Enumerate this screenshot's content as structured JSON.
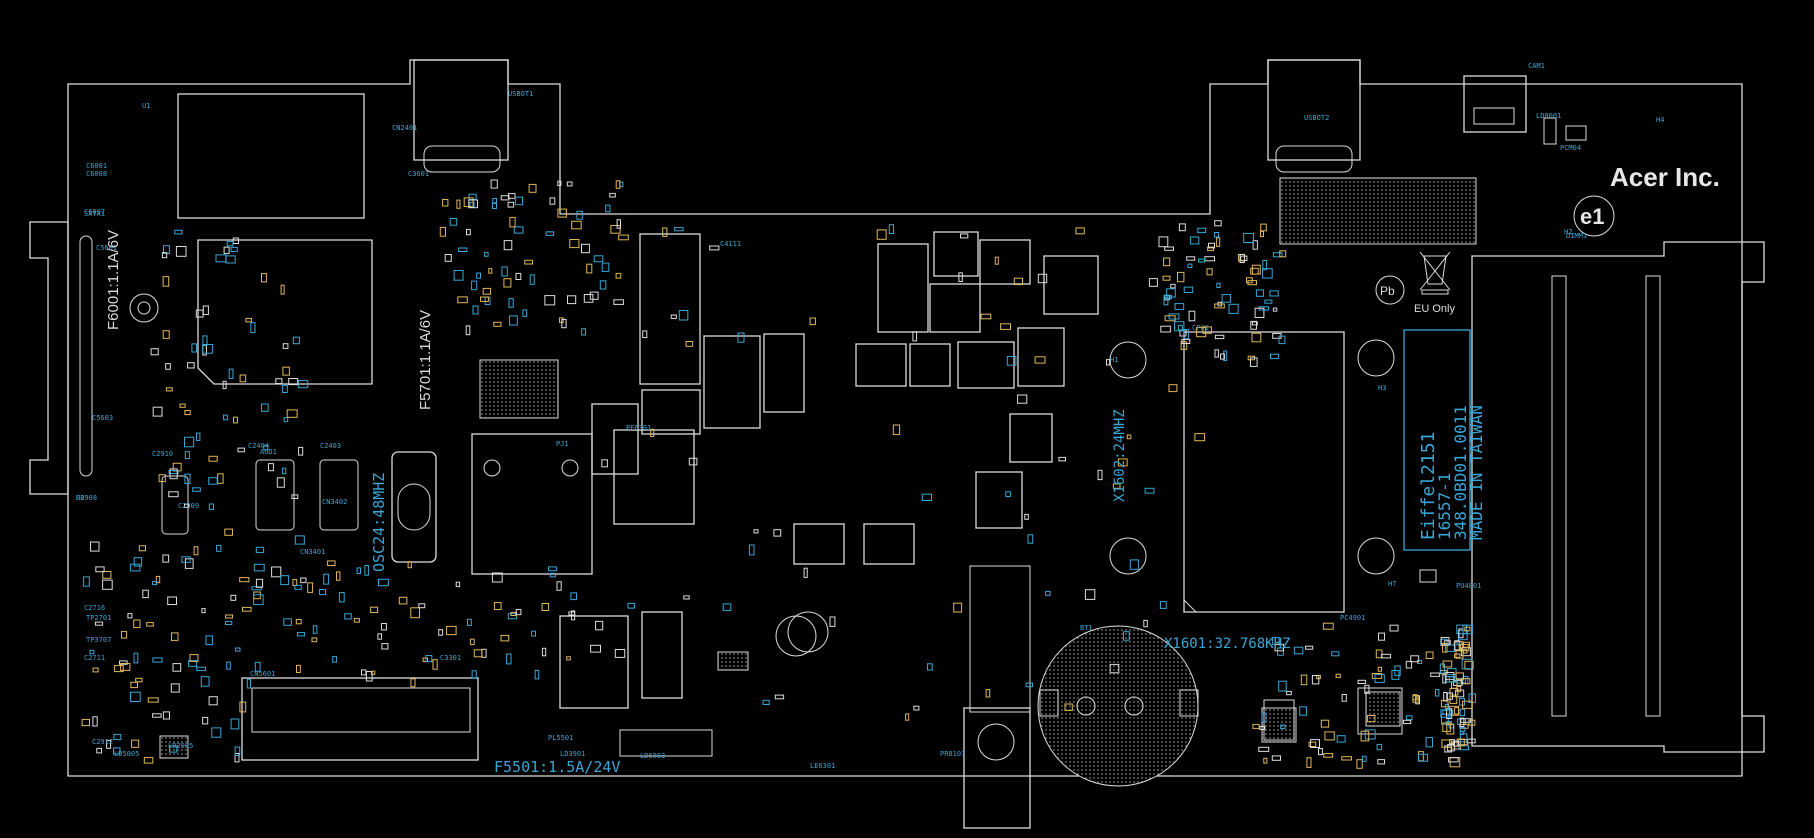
{
  "board": {
    "brand": "Acer Inc.",
    "e1_mark": "e1",
    "eu_only": "EU Only",
    "rohs_mark": "Pb",
    "colors": {
      "background": "#000000",
      "outline": "#dcdcdc",
      "label": "#3aa6d6",
      "pad_accent": "#e0b75a"
    }
  },
  "silkscreen": {
    "fuse_left": "F6001:1.1A/6V",
    "fuse_mid": "F5701:1.1A/6V",
    "fuse_bottom": "F5501:1.5A/24V",
    "crystal_osc": "OSC24:48MHZ",
    "crystal_24": "X1602:24MHZ",
    "crystal_32k": "X1601:32.768KHZ",
    "board_id_1": "Eiffel2151",
    "board_id_2": "16557-1",
    "board_id_3": "348.0BD01.0011",
    "made_in": "MADE IN TAIWAN"
  },
  "refdes": [
    "U1",
    "USBOT1",
    "USBOT2",
    "CAM1",
    "LD8001",
    "H4",
    "PCM04",
    "C6001",
    "C6008",
    "SATA1",
    "H6",
    "C6007",
    "C5601",
    "C5603",
    "C2908",
    "C2909",
    "C2910",
    "AUD1",
    "CN3401",
    "CN3402",
    "C2404",
    "C2403",
    "PJ1",
    "CPU1",
    "H3",
    "H1",
    "H2",
    "H7",
    "BT1",
    "DIMM1",
    "PL5501",
    "LD3901",
    "LD6803",
    "LD5005",
    "LD2905",
    "CN5601",
    "CN2401",
    "C3601",
    "C4111",
    "PE6301",
    "LE6301",
    "TP2701",
    "TP3707",
    "C2716",
    "C2711",
    "C2912",
    "C3301",
    "PR8101",
    "PC4901",
    "PU4801"
  ]
}
